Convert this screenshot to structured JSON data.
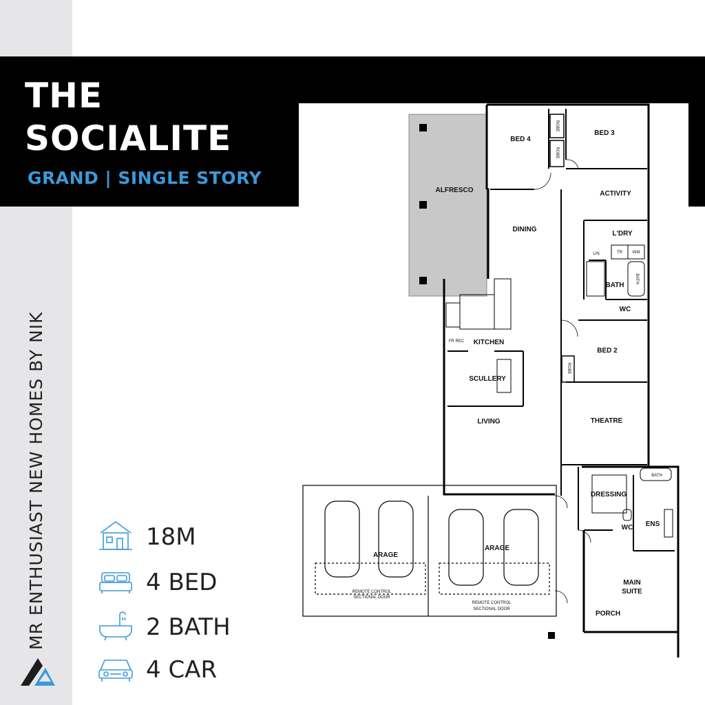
{
  "brand": {
    "name": "MR ENTHUSIAST NEW HOMES BY NIK",
    "accent": "#3a9ad9"
  },
  "title": {
    "line1": "THE",
    "line2": "SOCIALITE",
    "subtitle": "GRAND | SINGLE STORY"
  },
  "features": [
    {
      "icon": "house-icon",
      "label": "18M"
    },
    {
      "icon": "bed-icon",
      "label": "4 BED"
    },
    {
      "icon": "bathtub-icon",
      "label": "2 BATH"
    },
    {
      "icon": "car-icon",
      "label": "4 CAR"
    }
  ],
  "plan": {
    "rooms": {
      "bed4": "BED 4",
      "bed3": "BED 3",
      "robe1": "ROBE",
      "robe2": "ROBE",
      "alfresco": "ALFRESCO",
      "activity": "ACTIVITY",
      "dining": "DINING",
      "laundry": "L'DRY",
      "lin": "LIN",
      "tr": "TR",
      "wm": "WM",
      "bath": "BATH",
      "bath_label": "BATH",
      "wc1": "WC",
      "kitchen": "KITCHEN",
      "fr_rec": "FR REC",
      "bed2": "BED 2",
      "robe3": "ROBE",
      "scullery": "SCULLERY",
      "living": "LIVING",
      "theatre": "THEATRE",
      "bath_tub": "BATH",
      "dressing": "DRESSING",
      "garage1": "ARAGE",
      "garage2": "ARAGE",
      "wc2": "WC",
      "ens": "ENS",
      "main_suite_1": "MAIN",
      "main_suite_2": "SUITE",
      "porch": "PORCH",
      "door1_a": "REMOTE CONTROL",
      "door1_b": "SECTIONAL DOOR",
      "door2_a": "REMOTE CONTROL",
      "door2_b": "SECTIONAL DOOR"
    }
  }
}
